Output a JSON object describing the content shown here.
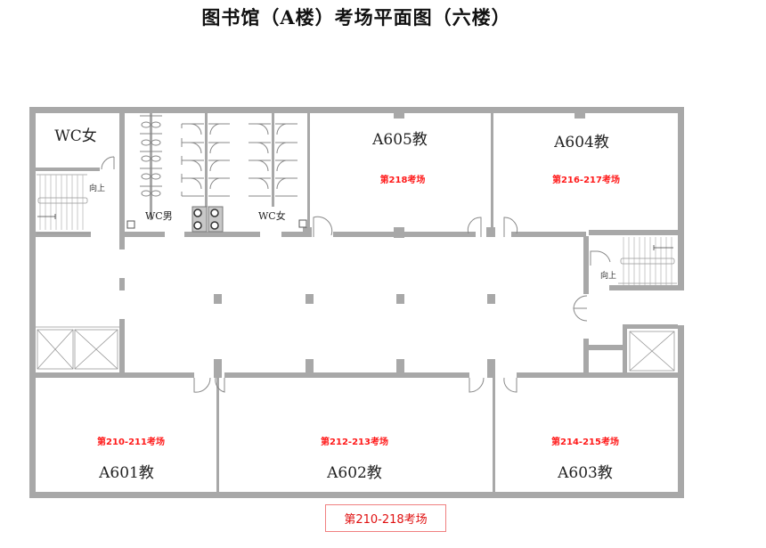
{
  "title": "图书馆（A楼）考场平面图（六楼）",
  "colors": {
    "wall": "#a8a8a8",
    "exam_label": "#ff1a1a",
    "summary_border": "#f08080",
    "text": "#222222"
  },
  "rooms": [
    {
      "id": "A605",
      "name": "A605教",
      "exam": "第218考场"
    },
    {
      "id": "A604",
      "name": "A604教",
      "exam": "第216-217考场"
    },
    {
      "id": "A601",
      "name": "A601教",
      "exam": "第210-211考场"
    },
    {
      "id": "A602",
      "name": "A602教",
      "exam": "第212-213考场"
    },
    {
      "id": "A603",
      "name": "A603教",
      "exam": "第214-215考场"
    }
  ],
  "restrooms": {
    "wc_female_left": "WC女",
    "wc_male": "WC男",
    "wc_female_mid": "WC女"
  },
  "stairs": {
    "left_label": "向上",
    "right_label": "向上"
  },
  "summary": "第210-218考场"
}
